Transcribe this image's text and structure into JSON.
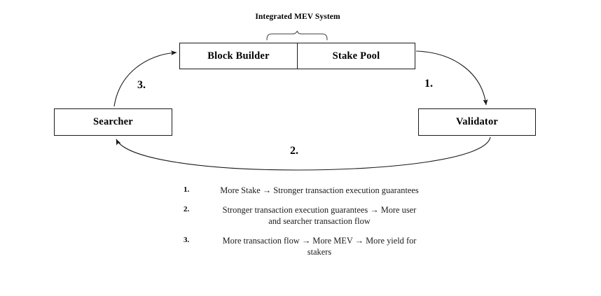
{
  "diagram": {
    "brace_caption": "Integrated MEV System",
    "nodes": [
      {
        "id": "block-builder",
        "label": "Block Builder"
      },
      {
        "id": "stake-pool",
        "label": "Stake Pool"
      },
      {
        "id": "searcher",
        "label": "Searcher"
      },
      {
        "id": "validator",
        "label": "Validator"
      }
    ],
    "edges": [
      {
        "id": "edge-1",
        "label": "1.",
        "from": "stake-pool",
        "to": "validator"
      },
      {
        "id": "edge-2",
        "label": "2.",
        "from": "validator",
        "to": "searcher"
      },
      {
        "id": "edge-3",
        "label": "3.",
        "from": "searcher",
        "to": "block-builder"
      }
    ],
    "legend": [
      {
        "marker": "1.",
        "text": "More Stake → Stronger transaction execution guarantees"
      },
      {
        "marker": "2.",
        "text": "Stronger transaction execution guarantees → More user and searcher transaction flow"
      },
      {
        "marker": "3.",
        "text": "More transaction flow → More MEV → More yield for stakers"
      }
    ]
  },
  "colors": {
    "background": "#ffffff",
    "stroke": "#1a1a1a",
    "text": "#000000"
  }
}
